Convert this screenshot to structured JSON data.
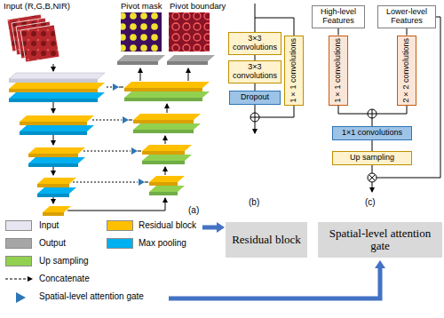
{
  "diagram": {
    "nodes": [
      {
        "text": [
          "3×3 convolutions"
        ]
      },
      {
        "text": [
          "3×3 convolutions"
        ]
      },
      {
        "text": [
          "Dropout"
        ]
      },
      {
        "text": [
          "1×1 convolutions"
        ]
      },
      {
        "text": [
          "High-level Features"
        ]
      },
      {
        "text": [
          "Lower-level Features"
        ]
      },
      {
        "text": [
          "1×1 convolutions"
        ]
      },
      {
        "text": [
          "2×2 convolutions"
        ]
      },
      {
        "text": [
          "1×1 convolutions"
        ]
      },
      {
        "text": [
          "Up sampling"
        ]
      },
      {
        "text": [
          "Residual block"
        ]
      },
      {
        "text": [
          "Spatial-level attention gate"
        ]
      }
    ],
    "edges": [
      {
        "from": 0,
        "to": 1,
        "arrow": "none"
      },
      {
        "from": 1,
        "to": 2,
        "arrow": "none"
      },
      {
        "from": 4,
        "to": 6,
        "arrow": "none"
      },
      {
        "from": 5,
        "to": 7,
        "arrow": "none"
      },
      {
        "from": 8,
        "to": 9,
        "arrow": "none"
      }
    ],
    "labels": [
      "Input (R,G,B,NIR)",
      "Pivot mask",
      "Pivot boundary",
      "(a)",
      "(b)",
      "(c)"
    ],
    "legend": [
      {
        "text": "Input",
        "color": "#e7e6f0"
      },
      {
        "text": "Residual block",
        "color": "#ffc000"
      },
      {
        "text": "Output",
        "color": "#a6a6a6"
      },
      {
        "text": "Max pooling",
        "color": "#00b0f0"
      },
      {
        "text": "Up sampling",
        "color": "#92d050"
      },
      {
        "text": "Concatenate"
      },
      {
        "text": "Spatial-level attention gate"
      }
    ]
  }
}
